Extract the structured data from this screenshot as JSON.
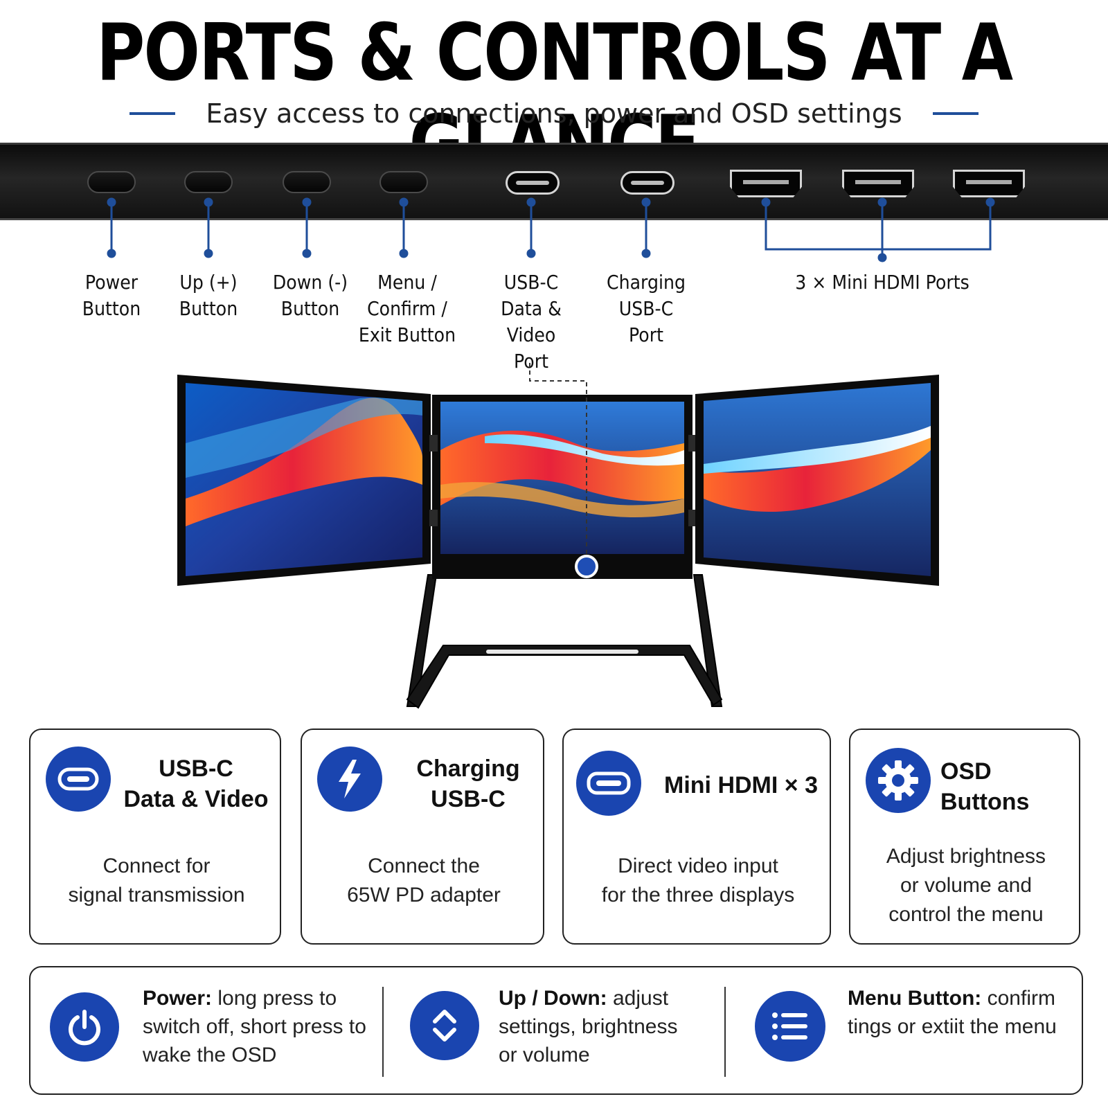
{
  "header": {
    "title": "PORTS & CONTROLS AT A GLANCE",
    "subtitle": "Easy access to connections, power and OSD settings"
  },
  "port_labels": {
    "power": "Power\nButton",
    "up": "Up (+)\nButton",
    "down": "Down (-)\nButton",
    "menu": "Menu /\nConfirm /\nExit Button",
    "usbc_data": "USB-C\nData & Video\nPort",
    "usbc_charge": "Charging\nUSB-C\nPort",
    "hdmi": "3 × Mini HDMI Ports"
  },
  "cards": [
    {
      "icon": "usb-c-icon",
      "title": "USB-C\nData & Video",
      "desc": "Connect for\nsignal transmission"
    },
    {
      "icon": "lightning-icon",
      "title": "Charging\nUSB-C",
      "desc": "Connect the\n65W PD adapter"
    },
    {
      "icon": "mini-hdmi-icon",
      "title": "Mini HDMI × 3",
      "desc": "Direct video input\nfor the three displays"
    },
    {
      "icon": "gear-icon",
      "title": "OSD\nButtons",
      "desc": "Adjust brightness\nor volume and\ncontrol the menu"
    }
  ],
  "bottom": {
    "power": {
      "icon": "power-icon",
      "label": "Power:",
      "text": "long press to switch off, short press to wake the OSD"
    },
    "updown": {
      "icon": "up-down-icon",
      "label": "Up / Down:",
      "text": "adjust settings, brightness or volume"
    },
    "menu": {
      "icon": "menu-list-icon",
      "label": "Menu Button:",
      "text": "confirm tings or extiit the menu"
    }
  },
  "colors": {
    "accent": "#1a45b0",
    "line": "#1f4e9a"
  }
}
